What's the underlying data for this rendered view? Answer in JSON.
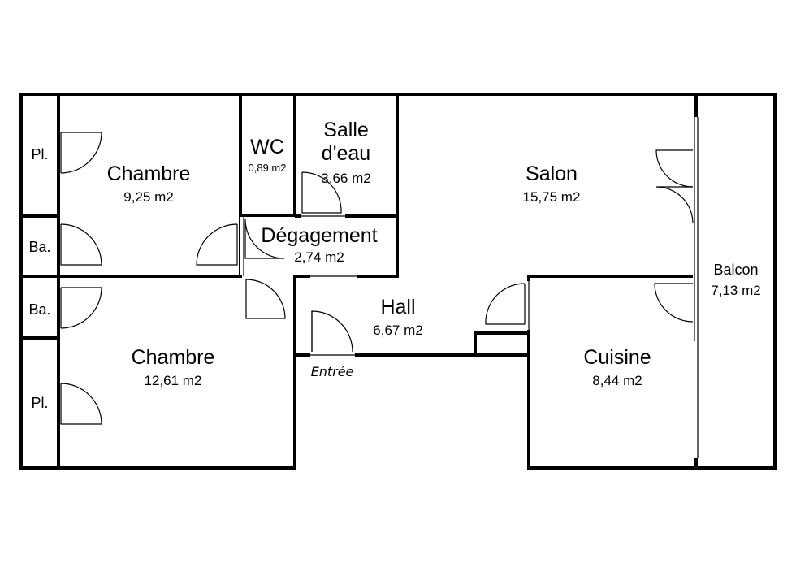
{
  "rooms": {
    "chambre1": {
      "name": "Chambre",
      "area": "9,25 m2"
    },
    "chambre2": {
      "name": "Chambre",
      "area": "12,61 m2"
    },
    "wc": {
      "name": "WC",
      "area": "0,89 m2"
    },
    "salle_deau": {
      "name_line1": "Salle",
      "name_line2": "d'eau",
      "area": "3,66 m2"
    },
    "degagement": {
      "name": "Dégagement",
      "area": "2,74 m2"
    },
    "salon": {
      "name": "Salon",
      "area": "15,75 m2"
    },
    "hall": {
      "name": "Hall",
      "area": "6,67 m2"
    },
    "cuisine": {
      "name": "Cuisine",
      "area": "8,44 m2"
    },
    "balcon": {
      "name": "Balcon",
      "area": "7,13 m2"
    },
    "placard_top": {
      "name": "Pl."
    },
    "placard_bottom": {
      "name": "Pl."
    },
    "balcon_small_top": {
      "name": "Ba."
    },
    "balcon_small_bottom": {
      "name": "Ba."
    }
  },
  "entrance": {
    "label": "Entrée"
  }
}
